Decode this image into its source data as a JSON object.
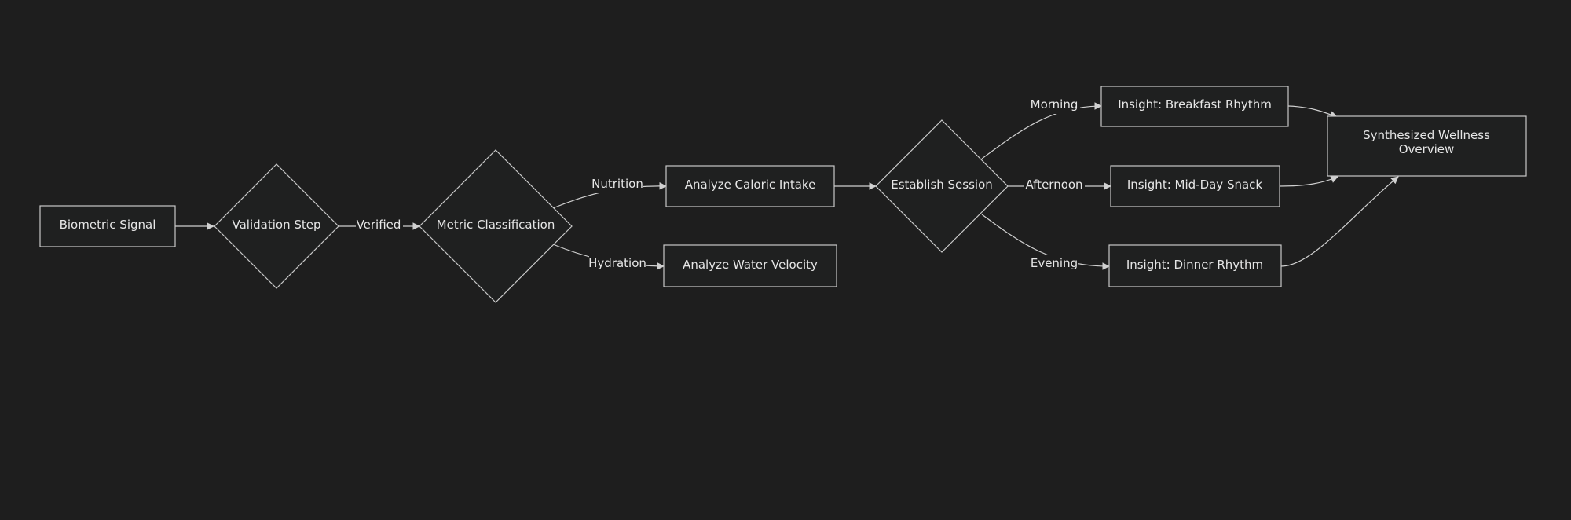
{
  "diagram": {
    "nodes": {
      "biometric": {
        "label": "Biometric Signal"
      },
      "validation": {
        "label": "Validation Step"
      },
      "classification": {
        "label": "Metric Classification"
      },
      "caloric": {
        "label": "Analyze Caloric Intake"
      },
      "water": {
        "label": "Analyze Water Velocity"
      },
      "session": {
        "label": "Establish Session"
      },
      "breakfast": {
        "label": "Insight: Breakfast Rhythm"
      },
      "snack": {
        "label": "Insight: Mid-Day Snack"
      },
      "dinner": {
        "label": "Insight: Dinner Rhythm"
      },
      "overview": {
        "label_line1": "Synthesized Wellness",
        "label_line2": "Overview"
      }
    },
    "edge_labels": {
      "verified": "Verified",
      "nutrition": "Nutrition",
      "hydration": "Hydration",
      "morning": "Morning",
      "afternoon": "Afternoon",
      "evening": "Evening"
    }
  }
}
